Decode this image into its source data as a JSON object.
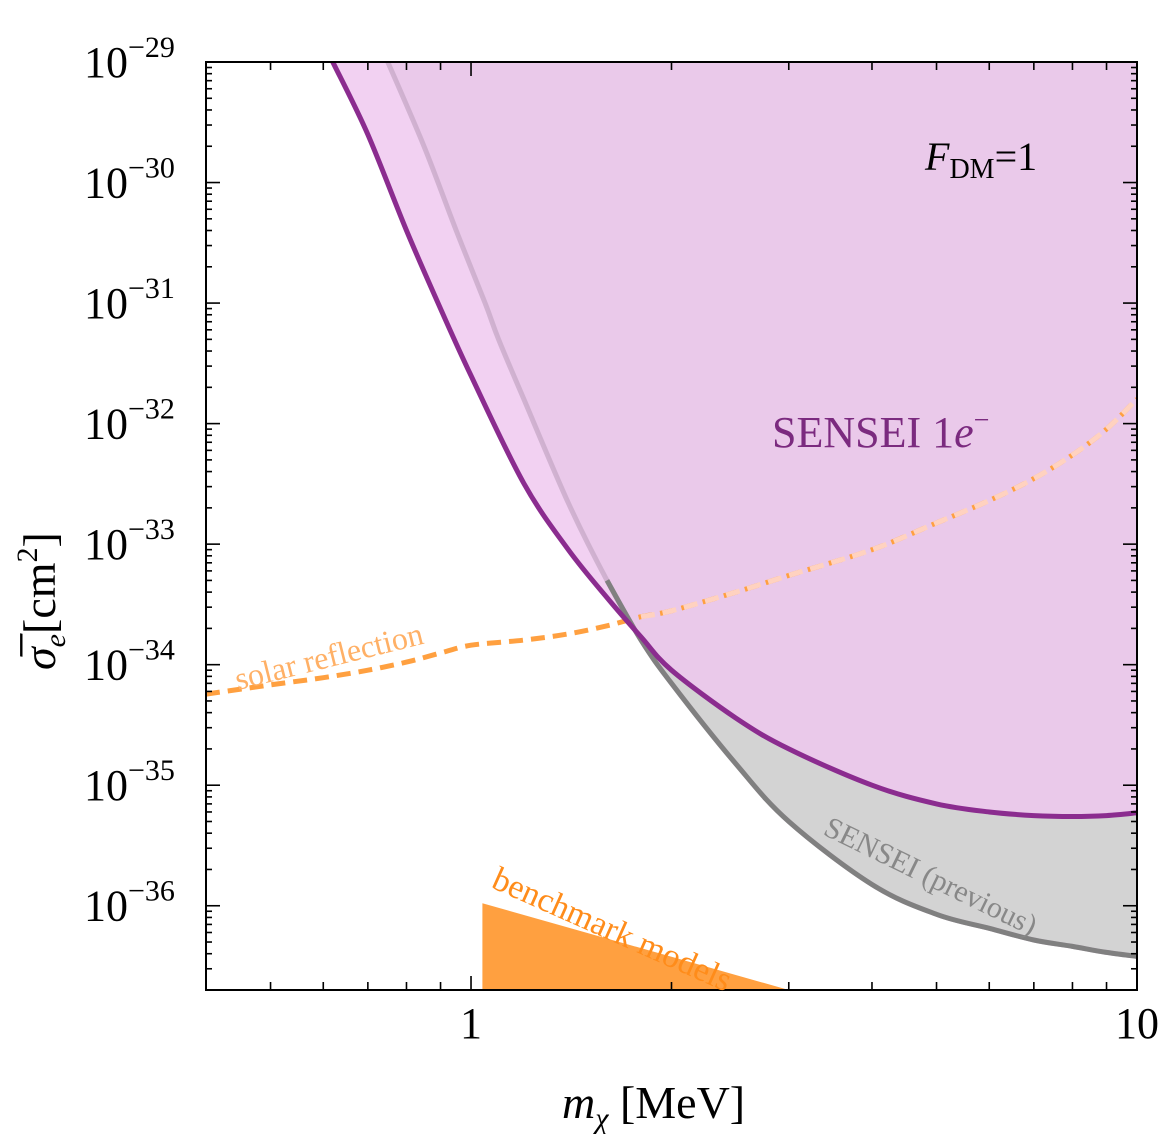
{
  "chart_data": {
    "type": "line",
    "xscale": "log",
    "yscale": "log",
    "xlim": [
      0.4,
      10
    ],
    "ylim": [
      2e-37,
      1e-29
    ],
    "xticks": [
      {
        "value": 1,
        "label": "1"
      },
      {
        "value": 10,
        "label": "10"
      }
    ],
    "yticks": [
      {
        "value": 1e-29,
        "mantissa": "10",
        "exponent": "−29"
      },
      {
        "value": 1e-30,
        "mantissa": "10",
        "exponent": "−30"
      },
      {
        "value": 1e-31,
        "mantissa": "10",
        "exponent": "−31"
      },
      {
        "value": 1e-32,
        "mantissa": "10",
        "exponent": "−32"
      },
      {
        "value": 1e-33,
        "mantissa": "10",
        "exponent": "−33"
      },
      {
        "value": 1e-34,
        "mantissa": "10",
        "exponent": "−34"
      },
      {
        "value": 1e-35,
        "mantissa": "10",
        "exponent": "−35"
      },
      {
        "value": 1e-36,
        "mantissa": "10",
        "exponent": "−36"
      }
    ],
    "xlabel": {
      "symbol": "m",
      "subscript": "χ",
      "unit": " [MeV]"
    },
    "ylabel": {
      "symbol": "σ̅",
      "subscript": "e",
      "unit_open": "[cm",
      "unit_sup": "2",
      "unit_close": "]"
    },
    "annotation": {
      "symbol": "F",
      "subscript": "DM",
      "rest": "=1"
    },
    "series": [
      {
        "name": "SENSEI 1e⁻",
        "label_main": "SENSEI 1",
        "label_italic": "e",
        "label_sup": "−",
        "role": "limit",
        "color": "#8b2c8f",
        "fill": "#efc7ef",
        "x": [
          0.62,
          0.7,
          0.8,
          0.9,
          1.0,
          1.2,
          1.4,
          1.6,
          1.8,
          2.0,
          2.5,
          3.0,
          4.0,
          5.0,
          6.0,
          7.0,
          8.0,
          9.0,
          10.0
        ],
        "y": [
          1e-29,
          2.5e-30,
          4e-31,
          9e-32,
          2.5e-32,
          3.2e-33,
          9e-34,
          3.6e-34,
          1.7e-34,
          9e-35,
          3.6e-35,
          2e-35,
          1e-35,
          7e-36,
          6e-36,
          5.6e-36,
          5.5e-36,
          5.6e-36,
          5.9e-36
        ]
      },
      {
        "name": "SENSEI (previous)",
        "role": "limit",
        "color": "#808080",
        "fill": "#d3d3d3",
        "x": [
          0.75,
          0.85,
          0.95,
          1.05,
          1.1,
          1.2,
          1.4,
          1.6,
          1.8,
          2.0,
          2.5,
          3.0,
          4.0,
          5.0,
          6.0,
          7.0,
          8.0,
          9.0,
          10.0
        ],
        "y": [
          1e-29,
          2e-30,
          4e-31,
          1e-31,
          5e-32,
          1.6e-32,
          2.2e-33,
          5e-34,
          1.6e-34,
          7e-35,
          1.5e-35,
          5e-36,
          1.5e-36,
          8.5e-37,
          6.5e-37,
          5.2e-37,
          4.6e-37,
          4.1e-37,
          3.8e-37
        ]
      },
      {
        "name": "solar reflection",
        "role": "dashed",
        "color": "#ffa040",
        "x": [
          0.4,
          0.5,
          0.6,
          0.7,
          0.8,
          0.9,
          1.0,
          1.2,
          1.4,
          1.6,
          1.8,
          2.0,
          2.5,
          3.0,
          4.0,
          5.0,
          6.0,
          7.0,
          8.0,
          9.0,
          10.0
        ],
        "y": [
          5.7e-35,
          6.8e-35,
          7.8e-35,
          9e-35,
          1.05e-34,
          1.25e-34,
          1.45e-34,
          1.6e-34,
          1.8e-34,
          2.1e-34,
          2.5e-34,
          2.8e-34,
          4e-34,
          5.5e-34,
          9e-34,
          1.5e-33,
          2.3e-33,
          3.5e-33,
          5.5e-33,
          9e-33,
          1.6e-32
        ]
      },
      {
        "name": "benchmark models",
        "role": "region",
        "color": "#ffa040",
        "x": [
          1.04,
          1.04,
          3.0
        ],
        "y": [
          2e-37,
          1.05e-36,
          2e-37
        ]
      }
    ]
  }
}
